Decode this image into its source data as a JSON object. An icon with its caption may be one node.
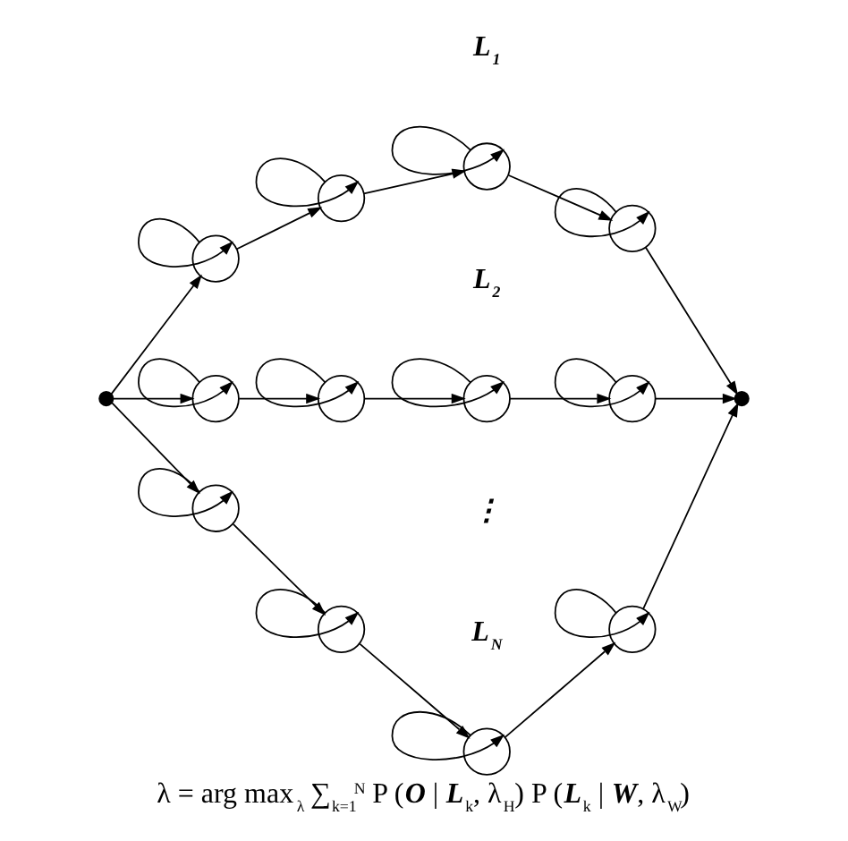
{
  "diagram": {
    "caption": "λ = arg max$_{λ}$ ∑$_{k=1}$$^{N}$ P (**O** | **L**$_{k}$, λ$_{H}$) P (**L**$_{k}$ | **W**, λ$_{W}$)",
    "nodes": [
      {
        "text": [],
        "shape": "dot"
      },
      {
        "text": [],
        "shape": "circle"
      },
      {
        "text": [],
        "shape": "circle"
      },
      {
        "text": [],
        "shape": "circle"
      },
      {
        "text": [],
        "shape": "circle"
      },
      {
        "text": [],
        "shape": "circle"
      },
      {
        "text": [],
        "shape": "circle"
      },
      {
        "text": [],
        "shape": "circle"
      },
      {
        "text": [],
        "shape": "circle"
      },
      {
        "text": [],
        "shape": "circle"
      },
      {
        "text": [],
        "shape": "circle"
      },
      {
        "text": [],
        "shape": "circle"
      },
      {
        "text": [],
        "shape": "circle"
      },
      {
        "text": [],
        "shape": "dot"
      }
    ],
    "edges": [
      {
        "from": 0,
        "to": 1,
        "arrow": "to"
      },
      {
        "from": 0,
        "to": 5,
        "arrow": "to"
      },
      {
        "from": 0,
        "to": 9,
        "arrow": "to"
      },
      {
        "from": 1,
        "to": 1,
        "arrow": "to"
      },
      {
        "from": 2,
        "to": 2,
        "arrow": "to"
      },
      {
        "from": 3,
        "to": 3,
        "arrow": "to"
      },
      {
        "from": 4,
        "to": 4,
        "arrow": "to"
      },
      {
        "from": 1,
        "to": 2,
        "arrow": "to"
      },
      {
        "from": 2,
        "to": 3,
        "arrow": "to"
      },
      {
        "from": 3,
        "to": 4,
        "arrow": "to"
      },
      {
        "from": 5,
        "to": 5,
        "arrow": "to"
      },
      {
        "from": 6,
        "to": 6,
        "arrow": "to"
      },
      {
        "from": 7,
        "to": 7,
        "arrow": "to"
      },
      {
        "from": 8,
        "to": 8,
        "arrow": "to"
      },
      {
        "from": 5,
        "to": 6,
        "arrow": "to"
      },
      {
        "from": 6,
        "to": 7,
        "arrow": "to"
      },
      {
        "from": 7,
        "to": 8,
        "arrow": "to"
      },
      {
        "from": 9,
        "to": 9,
        "arrow": "to"
      },
      {
        "from": 10,
        "to": 10,
        "arrow": "to"
      },
      {
        "from": 11,
        "to": 11,
        "arrow": "to"
      },
      {
        "from": 12,
        "to": 12,
        "arrow": "to"
      },
      {
        "from": 9,
        "to": 10,
        "arrow": "to"
      },
      {
        "from": 10,
        "to": 11,
        "arrow": "to"
      },
      {
        "from": 11,
        "to": 12,
        "arrow": "to"
      },
      {
        "from": 4,
        "to": 13,
        "arrow": "to"
      },
      {
        "from": 8,
        "to": 13,
        "arrow": "to"
      },
      {
        "from": 12,
        "to": 13,
        "arrow": "to"
      }
    ],
    "labels": [
      "L$_{1}$",
      "L$_{2}$",
      "⋮",
      "L$_{N}$"
    ]
  }
}
